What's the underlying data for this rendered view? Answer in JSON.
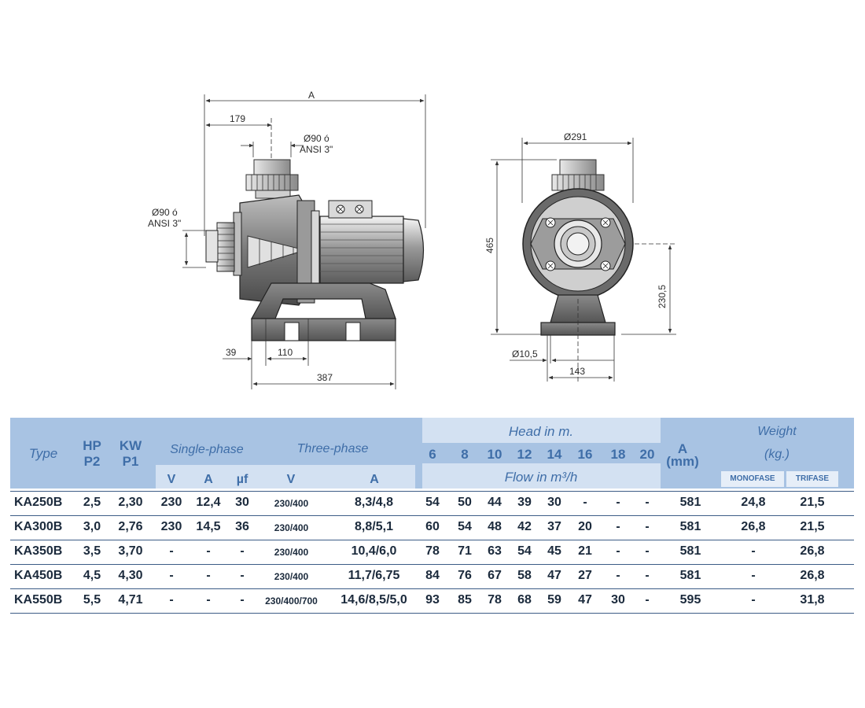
{
  "drawing": {
    "side_view": {
      "dim_overall": "A",
      "dim_inlet_offset": "179",
      "outlet_label_1": "Ø90 ó",
      "outlet_label_2": "ANSI 3\"",
      "inlet_label_1": "Ø90 ó",
      "inlet_label_2": "ANSI 3\"",
      "dim_foot_left": "39",
      "dim_foot_spacing": "110",
      "dim_base_length": "387"
    },
    "front_view": {
      "dim_width": "Ø291",
      "dim_height": "465",
      "dim_axis_height": "230,5",
      "dim_hole": "Ø10,5",
      "dim_base_half": "143"
    }
  },
  "table": {
    "headers": {
      "type": "Type",
      "hp_1": "HP",
      "hp_2": "P2",
      "kw_1": "KW",
      "kw_2": "P1",
      "single_phase": "Single-phase",
      "three_phase": "Three-phase",
      "head": "Head in m.",
      "flow": "Flow in m³/h",
      "a_1": "A",
      "a_2": "(mm)",
      "weight_1": "Weight",
      "weight_2": "(kg.)",
      "sp_v": "V",
      "sp_a": "A",
      "sp_uf": "µf",
      "tp_v": "V",
      "tp_a": "A",
      "monofase": "MONOFASE",
      "trifase": "TRIFASE",
      "heads": [
        "6",
        "8",
        "10",
        "12",
        "14",
        "16",
        "18",
        "20"
      ]
    },
    "rows": [
      {
        "type": "KA250B",
        "hp": "2,5",
        "kw": "2,30",
        "sp_v": "230",
        "sp_a": "12,4",
        "sp_uf": "30",
        "tp_v": "230/400",
        "tp_a": "8,3/4,8",
        "flows": [
          "54",
          "50",
          "44",
          "39",
          "30",
          "-",
          "-",
          "-"
        ],
        "a": "581",
        "w_mono": "24,8",
        "w_tri": "21,5"
      },
      {
        "type": "KA300B",
        "hp": "3,0",
        "kw": "2,76",
        "sp_v": "230",
        "sp_a": "14,5",
        "sp_uf": "36",
        "tp_v": "230/400",
        "tp_a": "8,8/5,1",
        "flows": [
          "60",
          "54",
          "48",
          "42",
          "37",
          "20",
          "-",
          "-"
        ],
        "a": "581",
        "w_mono": "26,8",
        "w_tri": "21,5"
      },
      {
        "type": "KA350B",
        "hp": "3,5",
        "kw": "3,70",
        "sp_v": "-",
        "sp_a": "-",
        "sp_uf": "-",
        "tp_v": "230/400",
        "tp_a": "10,4/6,0",
        "flows": [
          "78",
          "71",
          "63",
          "54",
          "45",
          "21",
          "-",
          "-"
        ],
        "a": "581",
        "w_mono": "-",
        "w_tri": "26,8"
      },
      {
        "type": "KA450B",
        "hp": "4,5",
        "kw": "4,30",
        "sp_v": "-",
        "sp_a": "-",
        "sp_uf": "-",
        "tp_v": "230/400",
        "tp_a": "11,7/6,75",
        "flows": [
          "84",
          "76",
          "67",
          "58",
          "47",
          "27",
          "-",
          "-"
        ],
        "a": "581",
        "w_mono": "-",
        "w_tri": "26,8"
      },
      {
        "type": "KA550B",
        "hp": "5,5",
        "kw": "4,71",
        "sp_v": "-",
        "sp_a": "-",
        "sp_uf": "-",
        "tp_v": "230/400/700",
        "tp_a": "14,6/8,5/5,0",
        "flows": [
          "93",
          "85",
          "78",
          "68",
          "59",
          "47",
          "30",
          "-"
        ],
        "a": "595",
        "w_mono": "-",
        "w_tri": "31,8"
      }
    ]
  }
}
